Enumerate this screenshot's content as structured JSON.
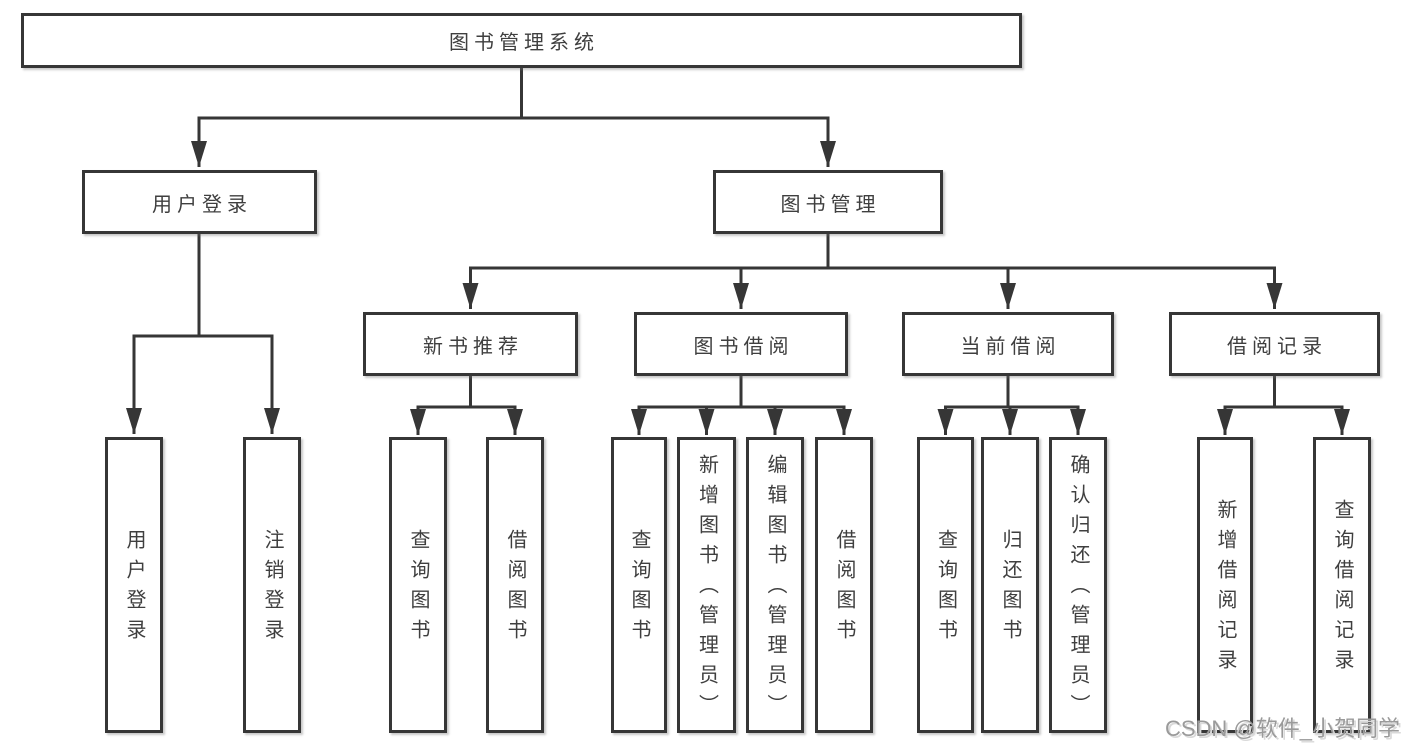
{
  "diagram": {
    "title": "图书管理系统",
    "type": "hierarchy-tree"
  },
  "nodes": {
    "root": {
      "label": "图书管理系统"
    },
    "user_login": {
      "label": "用户登录"
    },
    "book_mgmt": {
      "label": "图书管理"
    },
    "new_book_rec": {
      "label": "新书推荐"
    },
    "book_borrow": {
      "label": "图书借阅"
    },
    "current_borrow": {
      "label": "当前借阅"
    },
    "borrow_records": {
      "label": "借阅记录"
    },
    "user_login_leaf": {
      "label": "用户登录"
    },
    "logout_leaf": {
      "label": "注销登录"
    },
    "query_books_1": {
      "label": "查询图书"
    },
    "borrow_books_1": {
      "label": "借阅图书"
    },
    "query_books_2": {
      "label": "查询图书"
    },
    "add_books_admin": {
      "label": "新增图书（管理员）"
    },
    "edit_books_admin": {
      "label": "编辑图书（管理员）"
    },
    "borrow_books_2": {
      "label": "借阅图书"
    },
    "query_books_3": {
      "label": "查询图书"
    },
    "return_books": {
      "label": "归还图书"
    },
    "confirm_return_admin": {
      "label": "确认归还（管理员）"
    },
    "add_borrow_record": {
      "label": "新增借阅记录"
    },
    "query_borrow_record": {
      "label": "查询借阅记录"
    }
  },
  "hierarchy": {
    "图书管理系统": {
      "用户登录": [
        "用户登录",
        "注销登录"
      ],
      "图书管理": {
        "新书推荐": [
          "查询图书",
          "借阅图书"
        ],
        "图书借阅": [
          "查询图书",
          "新增图书（管理员）",
          "编辑图书（管理员）",
          "借阅图书"
        ],
        "当前借阅": [
          "查询图书",
          "归还图书",
          "确认归还（管理员）"
        ],
        "借阅记录": [
          "新增借阅记录",
          "查询借阅记录"
        ]
      }
    }
  },
  "watermark": "CSDN @软件_小贺同学",
  "colors": {
    "background": "#ffffff",
    "box_border": "#363636",
    "connector_line": "#363636",
    "text": "#3f3f3f",
    "watermark": "#9a9a9a"
  }
}
